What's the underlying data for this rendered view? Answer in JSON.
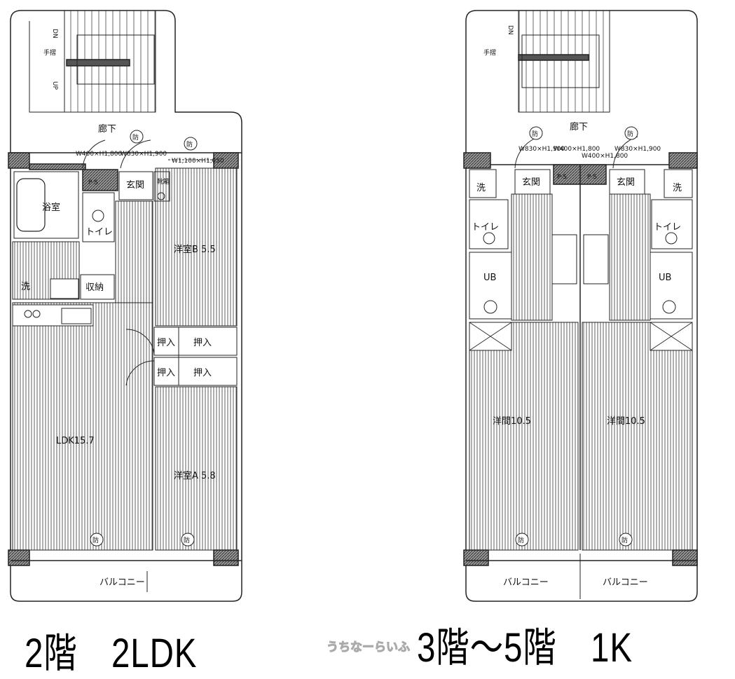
{
  "plan_2f": {
    "corridor": "廊下",
    "handrail": "手摺",
    "dn": "DN",
    "up": "UP",
    "fire": "防",
    "win1": "W400×H1,800",
    "win2": "W830×H1,900",
    "win3": "W1,100×H1,050",
    "ps": "P·S",
    "entrance": "玄関",
    "shoebox": "靴箱",
    "bath": "浴室",
    "toilet": "トイレ",
    "wash": "洗",
    "storage": "収納",
    "ldk": "LDK15.7",
    "room_b": "洋室B 5.5",
    "room_a": "洋室A 5.8",
    "closet": "押入",
    "balcony": "バルコニー",
    "caption": "2階　2LDK"
  },
  "plan_3_5f": {
    "corridor": "廊下",
    "handrail": "手摺",
    "dn": "DN",
    "fire": "防",
    "win_a": "W830×H1,900",
    "win_b": "W400×H1,800",
    "ps": "P·S",
    "entrance": "玄関",
    "wash": "洗",
    "toilet": "トイレ",
    "ub": "UB",
    "room": "洋間10.5",
    "balcony": "バルコニー",
    "caption": "3階～5階　1K"
  },
  "watermark": "うちなーらいふ"
}
